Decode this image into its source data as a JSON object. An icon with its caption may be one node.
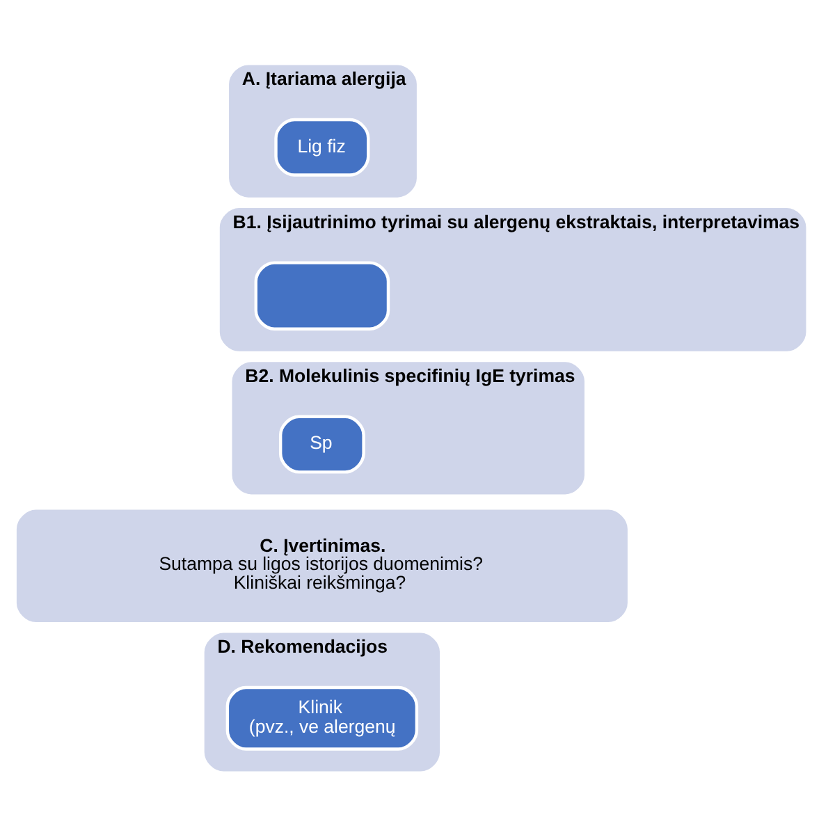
{
  "diagram": {
    "nodes": [
      {
        "text": [
          "A. Įtariama alergija"
        ]
      },
      {
        "text": [
          "Lig fiz"
        ],
        "in": 0
      },
      {
        "text": [
          "B1. Įsijautrinimo tyrimai su alergenų ekstraktais, interpretavimas"
        ]
      },
      {
        "text": [],
        "shape": "box",
        "in": 2
      },
      {
        "text": [
          "B2. Molekulinis specifinių IgE tyrimas"
        ]
      },
      {
        "text": [
          "Sp"
        ],
        "in": 4
      },
      {
        "text": [
          "C. Įvertinimas.",
          "Sutampa su ligos istorijos duomenimis?",
          "Kliniškai reikšminga?"
        ]
      },
      {
        "text": [
          "D. Rekomendacijos"
        ]
      },
      {
        "text": [
          "Klinik",
          "(pvz., ve alergenų"
        ],
        "in": 7
      }
    ]
  }
}
